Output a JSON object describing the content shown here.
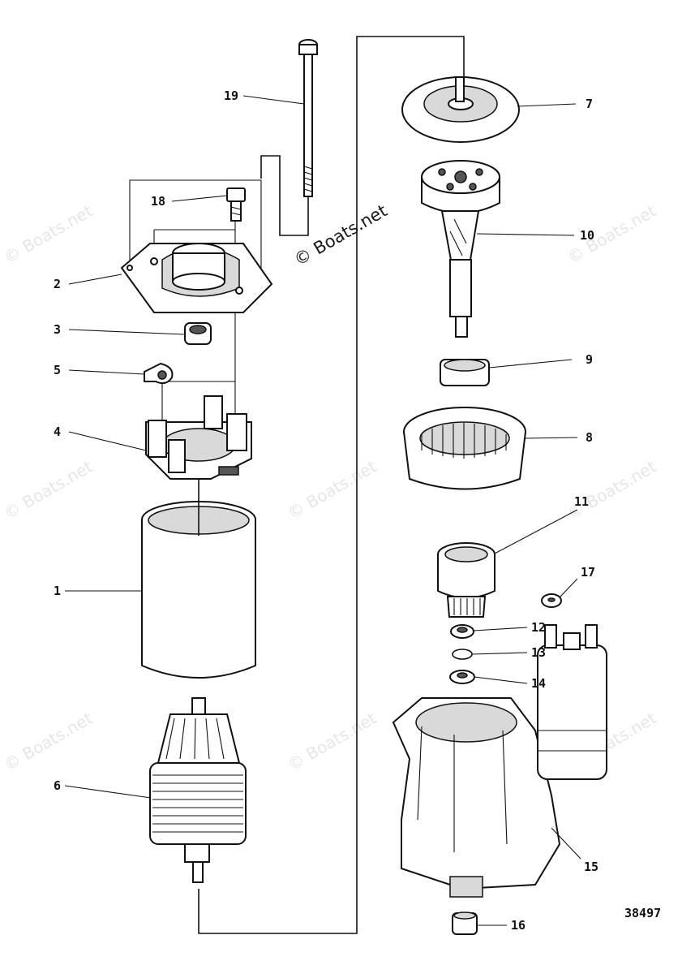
{
  "figure_number": "38497",
  "watermark_primary": "© Boats.net",
  "watermark_faint": "© Boats.net",
  "callouts": {
    "c1": "1",
    "c2": "2",
    "c3": "3",
    "c4": "4",
    "c5": "5",
    "c6": "6",
    "c7": "7",
    "c8": "8",
    "c9": "9",
    "c10": "10",
    "c11": "11",
    "c12": "12",
    "c13": "13",
    "c14": "14",
    "c15": "15",
    "c16": "16",
    "c17": "17",
    "c18": "18",
    "c19": "19"
  }
}
